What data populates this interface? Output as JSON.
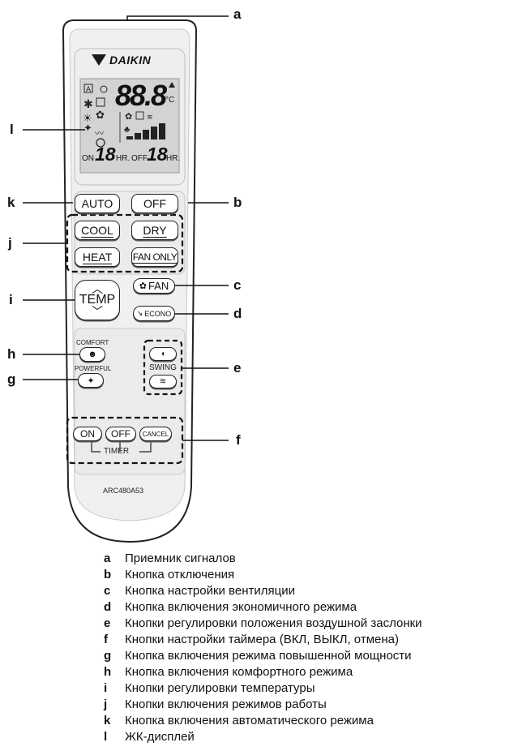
{
  "brand": "DAIKIN",
  "model": "ARC480A53",
  "display": {
    "temp_digits": "88.8",
    "temp_unit": "°C",
    "timer_on_label": "ON",
    "timer_on_digits": "18",
    "timer_off_label": "OFF",
    "timer_off_digits": "18",
    "hr_label": "HR.",
    "auto_icon": "A"
  },
  "buttons": {
    "auto": "AUTO",
    "off": "OFF",
    "cool": "COOL",
    "dry": "DRY",
    "heat": "HEAT",
    "fan_only": "FAN ONLY",
    "temp": "TEMP",
    "fan": "FAN",
    "econo": "ECONO",
    "comfort": "COMFORT",
    "powerful": "POWERFUL",
    "swing": "SWING",
    "timer_on": "ON",
    "timer_off": "OFF",
    "cancel": "CANCEL",
    "timer": "TIMER"
  },
  "callouts": [
    "a",
    "b",
    "c",
    "d",
    "e",
    "f",
    "g",
    "h",
    "i",
    "j",
    "k",
    "l"
  ],
  "legend": [
    {
      "letter": "a",
      "text": "Приемник сигналов"
    },
    {
      "letter": "b",
      "text": "Кнопка отключения"
    },
    {
      "letter": "c",
      "text": "Кнопка настройки вентиляции"
    },
    {
      "letter": "d",
      "text": "Кнопка включения экономичного режима"
    },
    {
      "letter": "e",
      "text": "Кнопки регулировки положения воздушной заслонки"
    },
    {
      "letter": "f",
      "text": "Кнопки настройки таймера (ВКЛ, ВЫКЛ, отмена)"
    },
    {
      "letter": "g",
      "text": "Кнопка включения режима повышенной мощности"
    },
    {
      "letter": "h",
      "text": "Кнопка включения комфортного режима"
    },
    {
      "letter": "i",
      "text": "Кнопки регулировки температуры"
    },
    {
      "letter": "j",
      "text": "Кнопки включения режимов работы"
    },
    {
      "letter": "k",
      "text": "Кнопка включения автоматического режима"
    },
    {
      "letter": "l",
      "text": "ЖК-дисплей"
    }
  ]
}
